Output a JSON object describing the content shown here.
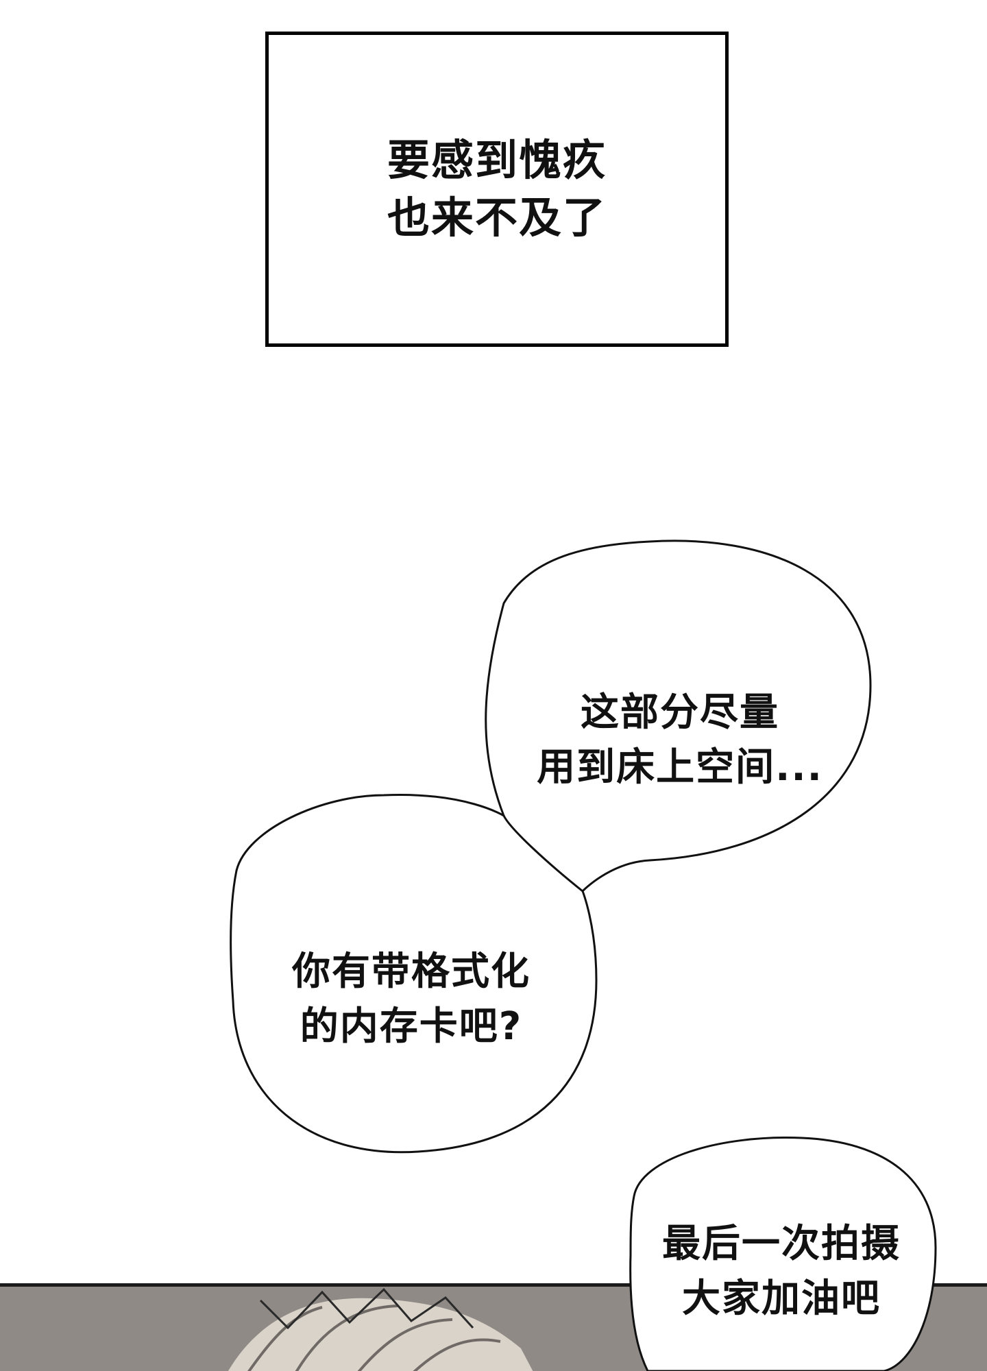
{
  "narration": {
    "text": "要感到愧疚\n也来不及了"
  },
  "bubbles": [
    {
      "text": "这部分尽量\n用到床上空间..."
    },
    {
      "text": "你有带格式化\n的内存卡吧?"
    },
    {
      "text": "最后一次拍摄\n大家加油吧"
    }
  ],
  "colors": {
    "background": "#ffffff",
    "ink": "#000000",
    "panel_bg": "#8f8a86",
    "hair_light": "#d9d3c9",
    "hair_shadow": "#6f6a66"
  }
}
